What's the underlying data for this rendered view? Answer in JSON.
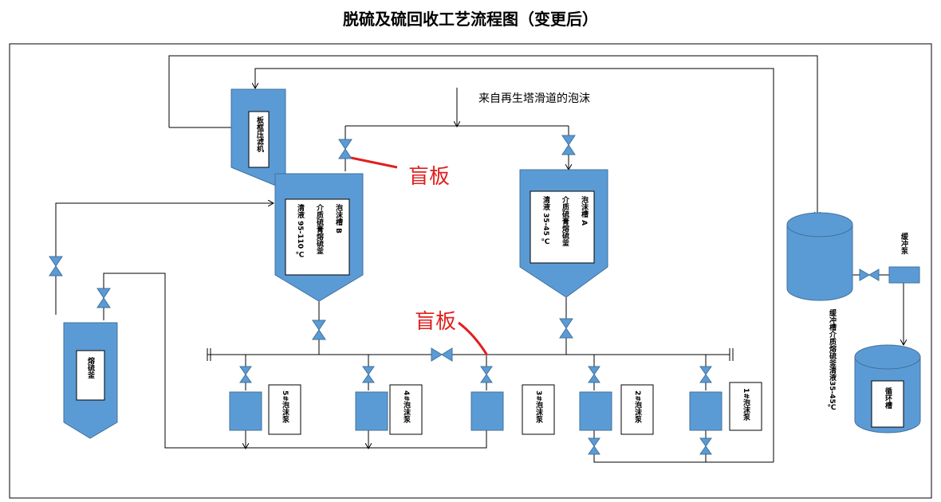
{
  "title": "脱硫及硫回收工艺流程图（变更后）",
  "labels": {
    "press": "板框压滤机",
    "tankB": "泡沫槽 B",
    "tankB_medium": "介质硫膏熔硫釜",
    "tankB_temp": "清液 95-110 ℃",
    "tankA": "泡沫槽 A",
    "tankA_medium": "介质硫膏熔硫釜",
    "tankA_temp": "清液 35-45 ℃",
    "melter": "熔硫釜",
    "foam_source": "来自再生塔滑道的泡沫",
    "blind1": "盲板",
    "blind2": "盲板",
    "pump5": "5#泡沫泵",
    "pump4": "4#泡沫泵",
    "pump3": "3#泡沫泵",
    "pump2": "2#泡沫泵",
    "pump1": "1#泡沫泵",
    "buffer_tank": "缓冲槽介质熔硫釜清液35-45℃",
    "buffer_pump": "缓冲泵",
    "circ_tank": "循环槽"
  },
  "colors": {
    "fill": "#5b9bd5",
    "stroke": "#41719c",
    "line": "#000000",
    "annotation": "#e02020"
  }
}
